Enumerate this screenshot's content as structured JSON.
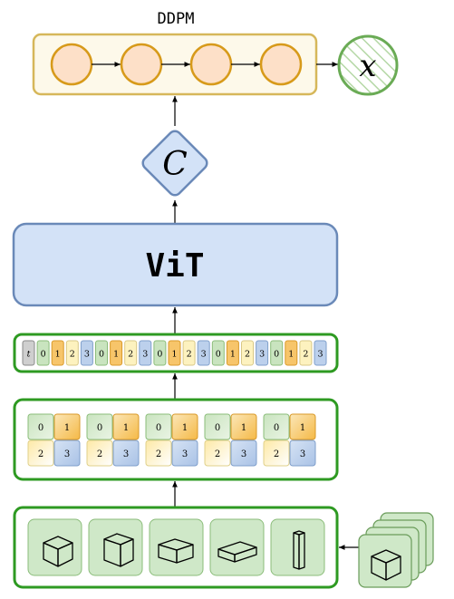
{
  "ddpm": {
    "title": "DDPM",
    "output_symbol": "x",
    "steps": 4
  },
  "condition": {
    "symbol": "C"
  },
  "vit": {
    "label": "ViT"
  },
  "token_sequence": {
    "time_token": "t",
    "tokens": [
      "0",
      "1",
      "2",
      "3",
      "0",
      "1",
      "2",
      "3",
      "0",
      "1",
      "2",
      "3",
      "0",
      "1",
      "2",
      "3",
      "0",
      "1",
      "2",
      "3"
    ]
  },
  "patch_groups": {
    "count": 5,
    "cells": [
      "0",
      "1",
      "2",
      "3"
    ]
  },
  "objects": {
    "shapes": [
      "cube",
      "cube-tall",
      "box-flat",
      "slab",
      "pillar"
    ],
    "stack_count": 4
  },
  "colors": {
    "ddpm_border": "#d6b75a",
    "ddpm_fill": "#fdf9ea",
    "node_fill": "#fde0c8",
    "node_border": "#d79a1a",
    "output_green": "#6aab55",
    "blue_fill": "#d3e2f7",
    "blue_border": "#6a89b8",
    "green_border": "#2e9a22",
    "tok0": "#c9e4bf",
    "tok1": "#f7c56a",
    "tok2": "#fdf2bf",
    "tok3": "#bcd0ec",
    "tok_t": "#cfcfcf",
    "shape_fill": "#cfe8c8"
  }
}
